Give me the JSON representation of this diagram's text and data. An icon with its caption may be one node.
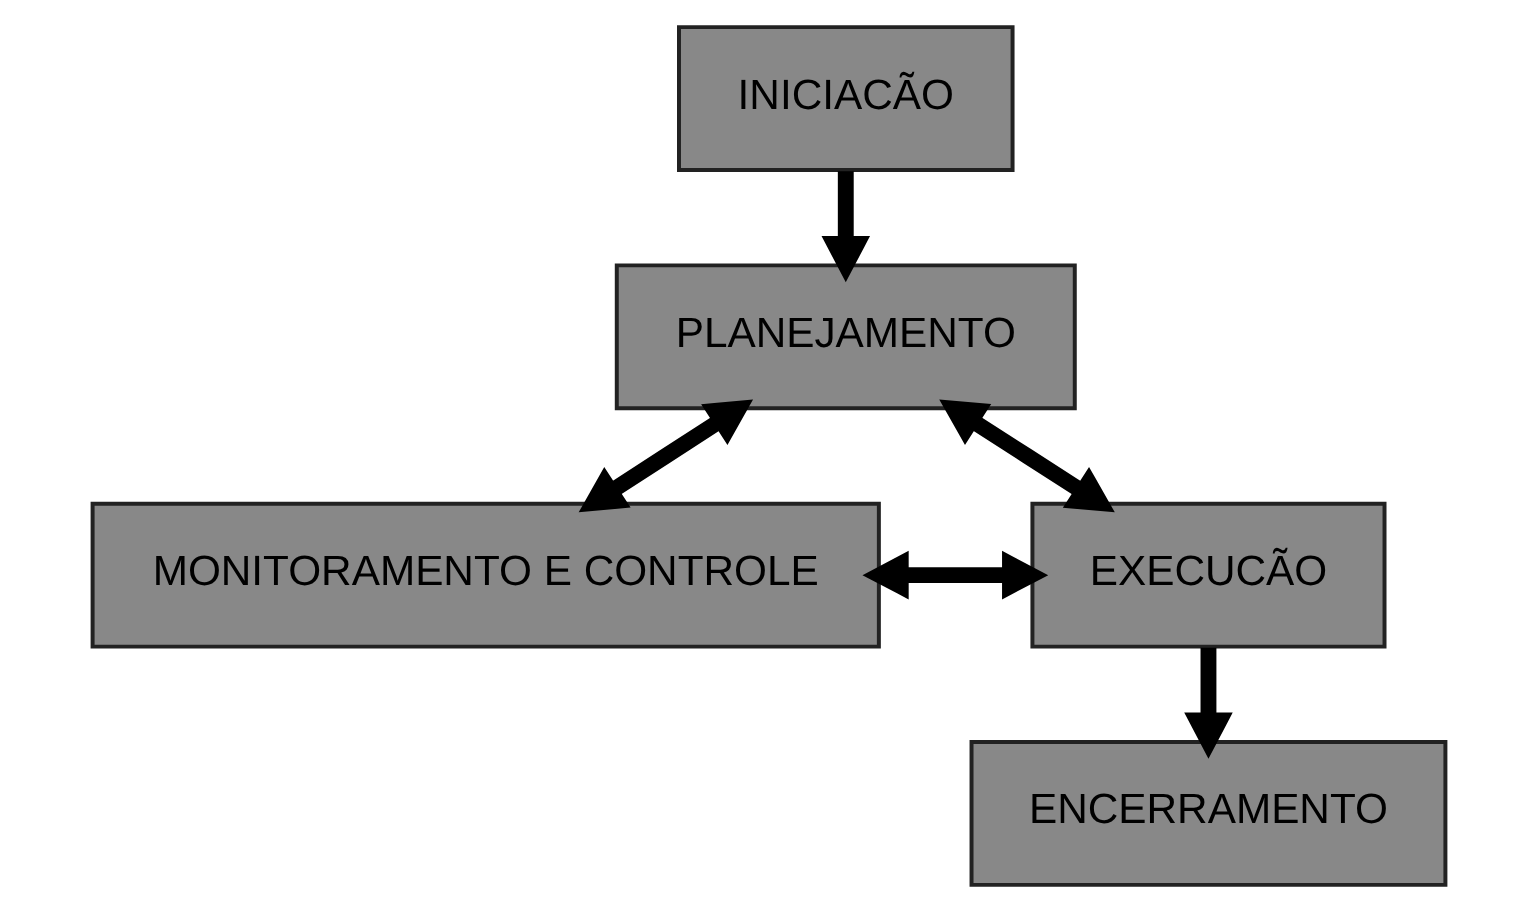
{
  "diagram": {
    "nodes": [
      {
        "text": [
          "INICIACÃO"
        ]
      },
      {
        "text": [
          "PLANEJAMENTO"
        ]
      },
      {
        "text": [
          "MONITORAMENTO E CONTROLE"
        ]
      },
      {
        "text": [
          "EXECUCÃO"
        ]
      },
      {
        "text": [
          "ENCERRAMENTO"
        ]
      }
    ],
    "edges": [
      {
        "from": 0,
        "to": 1,
        "arrow": "to"
      },
      {
        "from": 1,
        "to": 2,
        "arrow": "both"
      },
      {
        "from": 1,
        "to": 3,
        "arrow": "both"
      },
      {
        "from": 2,
        "to": 3,
        "arrow": "both"
      },
      {
        "from": 3,
        "to": 4,
        "arrow": "to"
      }
    ]
  }
}
